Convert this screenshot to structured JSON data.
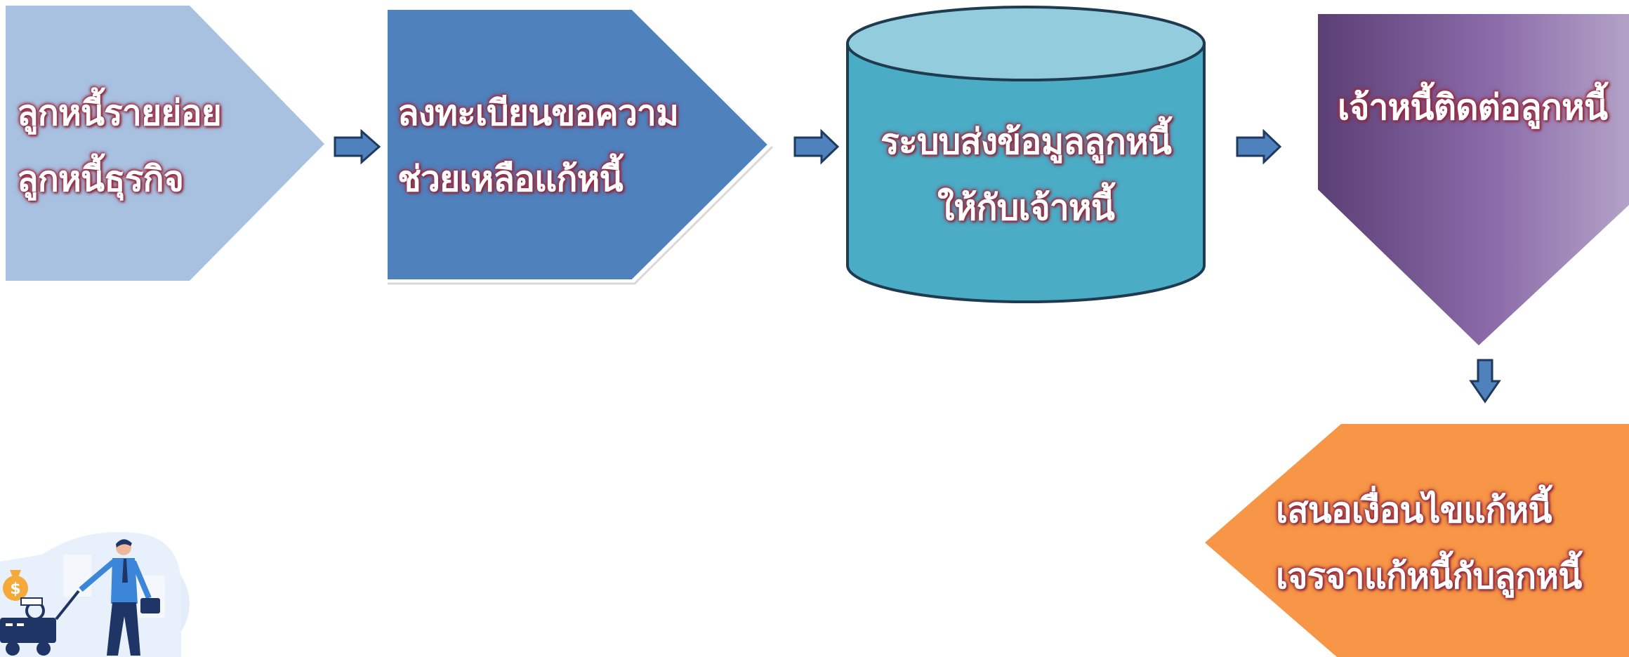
{
  "flow": {
    "step1": {
      "line1": "ลูกหนี้รายย่อย",
      "line2": "ลูกหนี้ธุรกิจ",
      "color": "#a8c1e1"
    },
    "step2": {
      "line1": "ลงทะเบียนขอความ",
      "line2": "ช่วยเหลือแก้หนี้",
      "color": "#4f81bd"
    },
    "step3": {
      "line1": "ระบบส่งข้อมูลลูกหนี้",
      "line2": "ให้กับเจ้าหนี้",
      "color": "#4bacc6",
      "top_color": "#93cddd"
    },
    "step4": {
      "line1": "เจ้าหนี้ติดต่อลูกหนี้",
      "color_dark": "#5a3f74",
      "color_light": "#b3a2c7"
    },
    "step5": {
      "line1": "เสนอเงื่อนไขแก้หนี้",
      "line2": "เจรจาแก้หนี้กับลูกหนี้",
      "color": "#f79646"
    },
    "arrow_color": "#4f81bd"
  },
  "illustration": {
    "subject": "businessman-pulling-cart-illustration",
    "money_symbol": "$"
  }
}
